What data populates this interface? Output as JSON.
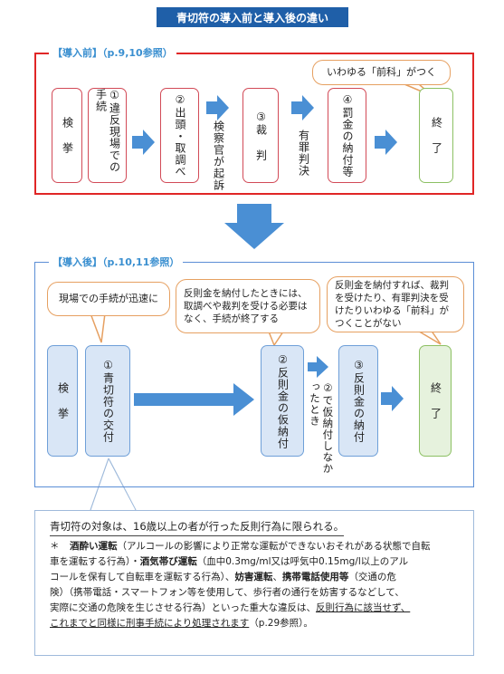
{
  "title": "青切符の導入前と導入後の違い",
  "before": {
    "label": "【導入前】（p.9,10参照）",
    "callout": "いわゆる「前科」がつく",
    "kenkyo": "検 挙",
    "step1": "①違反現場での手続",
    "step2": "②出頭・取調べ",
    "kiso": "検察官が起訴",
    "step3": "③裁 判",
    "yuzai": "有罪判決",
    "step4": "④罰金の納付等",
    "end": "終 了"
  },
  "after": {
    "label": "【導入後】（p.10,11参照）",
    "bubble1": "現場での手続が迅速に",
    "bubble2": "反則金を納付したときには、取調べや裁判を受ける必要はなく、手続が終了する",
    "bubble3": "反則金を納付すれば、裁判を受けたり、有罪判決を受けたりいわゆる「前科」がつくことがない",
    "kenkyo": "検 挙",
    "step1": "①青切符の交付",
    "step2": "②反則金の仮納付",
    "note2": "②で仮納付しなかったとき",
    "step3": "③反則金の納付",
    "end": "終 了"
  },
  "note": {
    "head": "青切符の対象は、16歳以上の者が行った反則行為に限られる。",
    "mark": "＊",
    "line1a": "酒酔い運転",
    "line1b": "（アルコールの影響により正常な運転ができないおそれがある状態で自転",
    "line2a": "車を運転する行為）・",
    "line2b": "酒気帯び運転",
    "line2c": "（血中0.3mg/ml又は呼気中0.15mg/l以上のアル",
    "line3a": "コールを保有して自転車を運転する行為）、",
    "line3b": "妨害運転",
    "line3c": "、",
    "line3d": "携帯電話使用等",
    "line3e": "（交通の危",
    "line4": "険）（携帯電話・スマートフォン等を使用して、歩行者の通行を妨害するなどして、",
    "line5a": "実際に交通の危険を生じさせる行為）といった重大な違反は、",
    "line5b": "反則行為に該当せず、",
    "line6a": "これまでと同様に刑事手続により処理されます",
    "line6b": "（p.29参照）。"
  },
  "colors": {
    "title_bg": "#1f5fa8",
    "before_frame": "#e02626",
    "after_frame": "#5b8ed6",
    "arrow": "#4a8fd4",
    "bubble_border": "#e6a061",
    "end_border": "#8cc063"
  }
}
